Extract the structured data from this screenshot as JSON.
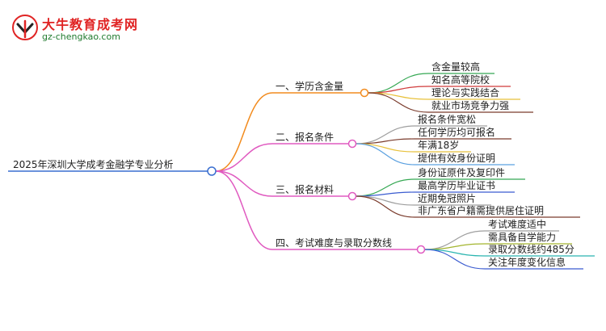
{
  "brand": {
    "name_cn": "大牛教育成考网",
    "url": "gz-chengkao.com",
    "colors": {
      "red": "#e02424",
      "green": "#1f7a2e"
    }
  },
  "mindmap": {
    "root": "2025年深圳大学成考金融学专业分析",
    "branches": [
      {
        "label": "一、学历含金量",
        "color": "#f28b1e",
        "leaves": [
          {
            "label": "含金量较高",
            "color": "#35a853"
          },
          {
            "label": "知名高等院校",
            "color": "#d03a3a"
          },
          {
            "label": "理论与实践结合",
            "color": "#e8c13a"
          },
          {
            "label": "就业市场竞争力强",
            "color": "#7a3b2c"
          }
        ]
      },
      {
        "label": "二、报名条件",
        "color": "#e05ac0",
        "leaves": [
          {
            "label": "报名条件宽松",
            "color": "#9e9e9e"
          },
          {
            "label": "任何学历均可报名",
            "color": "#7a3b2c"
          },
          {
            "label": "年满18岁",
            "color": "#e8c13a"
          },
          {
            "label": "提供有效身份证明",
            "color": "#5aa0e0"
          }
        ]
      },
      {
        "label": "三、报名材料",
        "color": "#e05ac0",
        "leaves": [
          {
            "label": "身份证原件及复印件",
            "color": "#35a853"
          },
          {
            "label": "最高学历毕业证书",
            "color": "#3a5bd0"
          },
          {
            "label": "近期免冠照片",
            "color": "#9e9e9e"
          },
          {
            "label": "非广东省户籍需提供居住证明",
            "color": "#7a3b2c"
          }
        ]
      },
      {
        "label": "四、考试难度与录取分数线",
        "color": "#e05ac0",
        "leaves": [
          {
            "label": "考试难度适中",
            "color": "#9e9e9e"
          },
          {
            "label": "需具备自学能力",
            "color": "#a3b52e"
          },
          {
            "label": "录取分数线约485分",
            "color": "#2bb5b0"
          },
          {
            "label": "关注年度变化信息",
            "color": "#3a5bd0"
          }
        ]
      }
    ]
  }
}
